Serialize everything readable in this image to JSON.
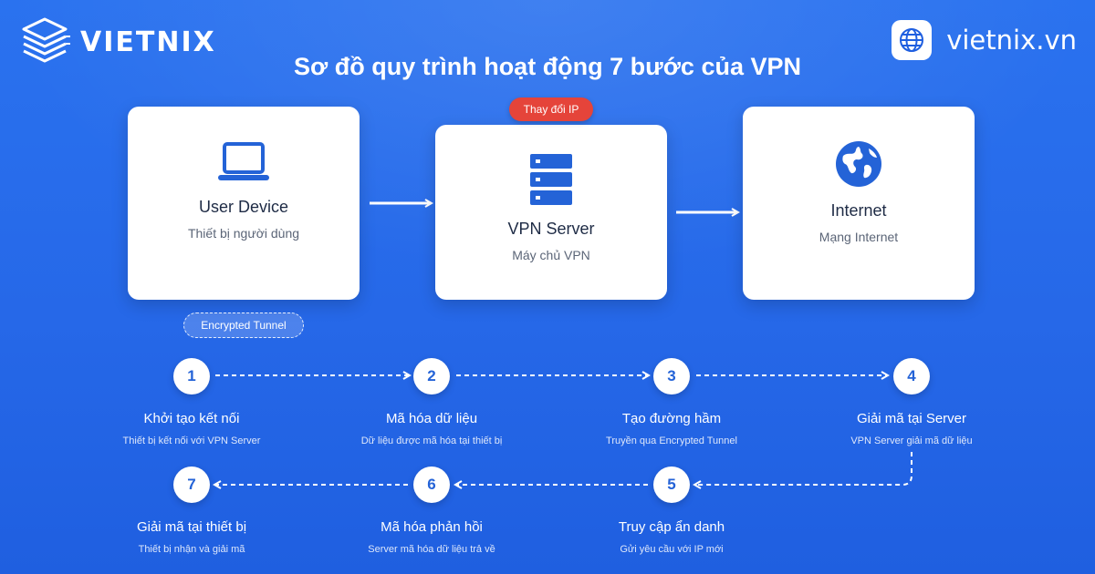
{
  "brand": {
    "logo_text": "VIETNIX",
    "site": "vietnix.vn"
  },
  "title": "Sơ đồ quy trình hoạt động 7 bước của VPN",
  "cards": {
    "user": {
      "title": "User Device",
      "subtitle": "Thiết bị người dùng",
      "icon": "laptop-icon"
    },
    "vpn": {
      "title": "VPN Server",
      "subtitle": "Máy chủ VPN",
      "icon": "server-icon"
    },
    "internet": {
      "title": "Internet",
      "subtitle": "Mạng Internet",
      "icon": "globe-icon"
    }
  },
  "badges": {
    "change_ip": "Thay đổi IP",
    "tunnel": "Encrypted Tunnel"
  },
  "steps": [
    {
      "num": "1",
      "title": "Khởi tạo kết nối",
      "desc": "Thiết bị kết nối với VPN Server"
    },
    {
      "num": "2",
      "title": "Mã hóa dữ liệu",
      "desc": "Dữ liệu được mã hóa tại thiết bị"
    },
    {
      "num": "3",
      "title": "Tạo đường hầm",
      "desc": "Truyền qua Encrypted Tunnel"
    },
    {
      "num": "4",
      "title": "Giải mã tại Server",
      "desc": "VPN Server giải mã dữ liệu"
    },
    {
      "num": "5",
      "title": "Truy cập ẩn danh",
      "desc": "Gửi yêu cầu với IP mới"
    },
    {
      "num": "6",
      "title": "Mã hóa phản hồi",
      "desc": "Server mã hóa dữ liệu trả về"
    },
    {
      "num": "7",
      "title": "Giải mã tại thiết bị",
      "desc": "Thiết bị nhận và giải mã"
    }
  ],
  "colors": {
    "background": "#2668e8",
    "accent_red": "#e5443a",
    "icon_blue": "#2463d7"
  }
}
